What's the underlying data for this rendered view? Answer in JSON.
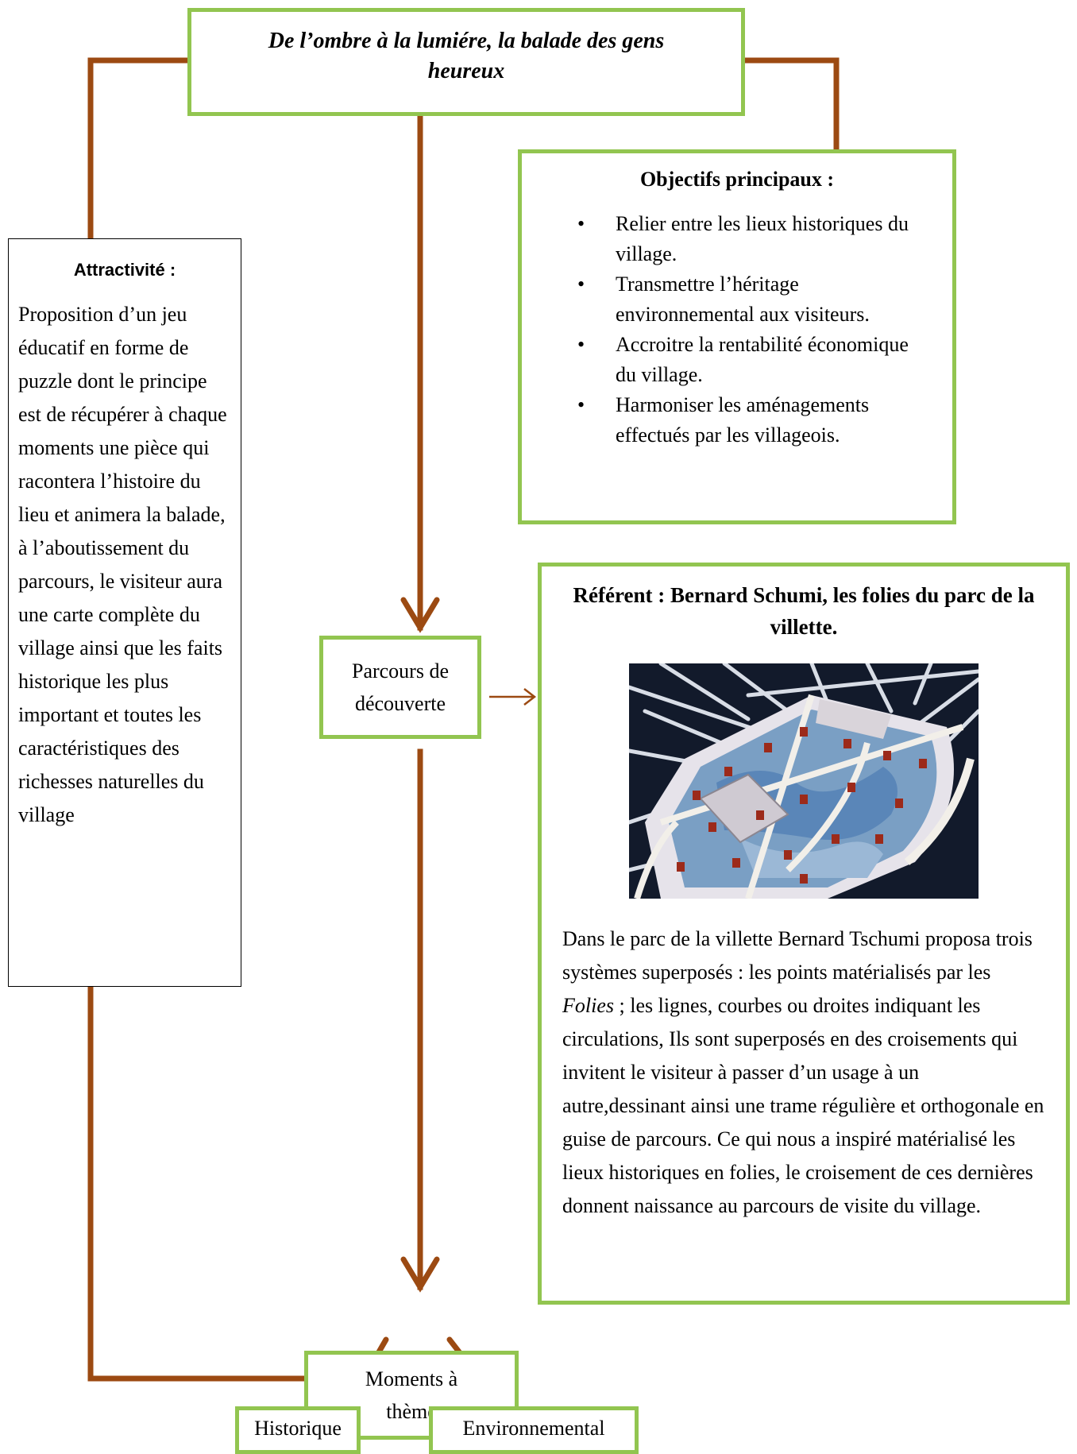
{
  "title": "De l’ombre à la lumiére, la balade des gens heureux",
  "objectifs": {
    "heading": "Objectifs principaux :",
    "items": [
      "Relier entre les lieux historiques du village.",
      "Transmettre l’héritage environnemental aux visiteurs.",
      "Accroitre la rentabilité économique du village.",
      "Harmoniser les aménagements effectués par les villageois."
    ]
  },
  "attractivite": {
    "heading": "Attractivité :",
    "text": "Proposition d’un jeu éducatif en forme de puzzle dont le principe est de récupérer à chaque moments une pièce qui racontera l’histoire du lieu et animera la balade, à l’aboutissement du parcours, le visiteur aura une carte complète du village ainsi que les faits historique les plus important et toutes les caractéristiques des richesses naturelles du village"
  },
  "parcours": "Parcours de découverte",
  "moments": "Moments à thème",
  "historique": "Historique",
  "environnemental": "Environnemental",
  "referent": {
    "heading": "Référent : Bernard Schumi, les folies du parc de la villette.",
    "text_before": "Dans le parc de la villette Bernard Tschumi proposa trois systèmes superposés : les points matérialisés par les ",
    "text_italic": "Folies",
    "text_after": " ; les lignes, courbes ou droites indiquant les circulations, Ils sont superposés en des croisements qui invitent le visiteur à passer d’un usage à un autre,dessinant ainsi une trame régulière et orthogonale en guise de parcours. Ce qui nous a inspiré matérialisé les lieux historiques en folies, le croisement de ces dernières donnent naissance au parcours de visite du village."
  },
  "colors": {
    "box_border": "#92c550",
    "connector": "#9c4a12",
    "text": "#000000"
  }
}
